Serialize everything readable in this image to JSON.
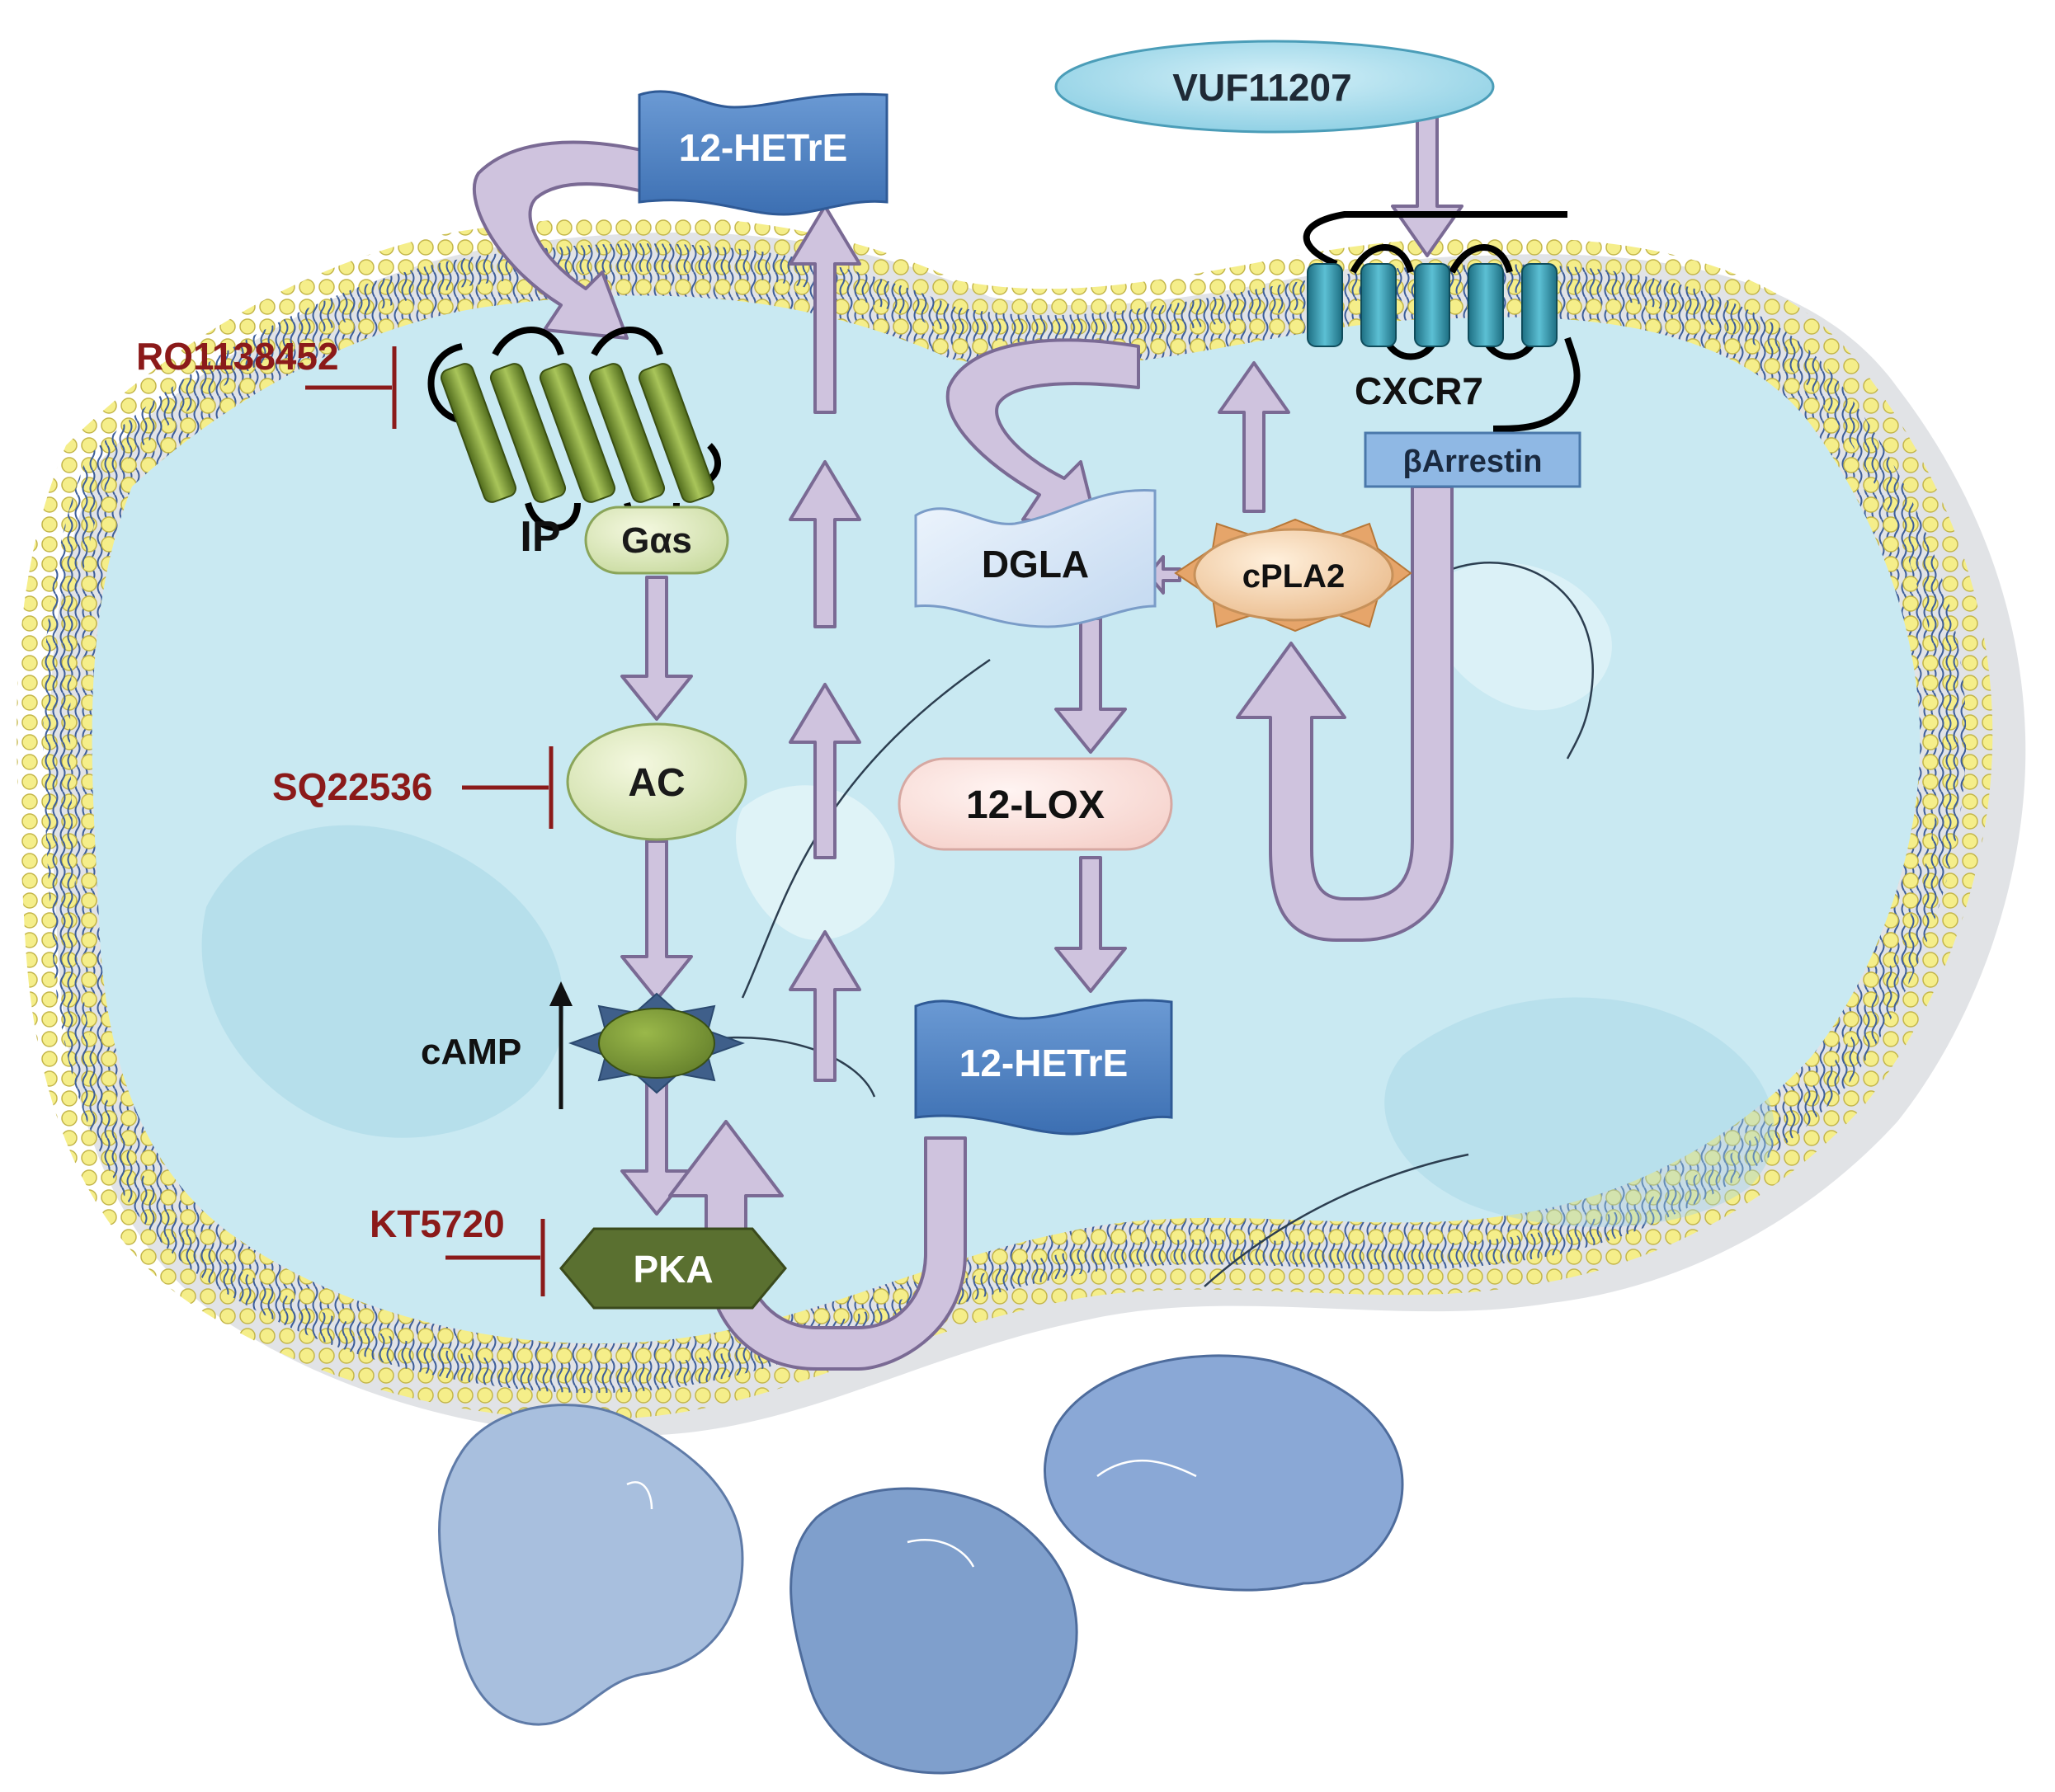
{
  "labels": {
    "hetre_top": "12-HETrE",
    "vuf": "VUF11207",
    "ro": "RO1138452",
    "ip": "IP",
    "gas": "Gαs",
    "dgla": "DGLA",
    "cpla2": "cPLA2",
    "cxcr7": "CXCR7",
    "barrestin": "βArrestin",
    "sq": "SQ22536",
    "ac": "AC",
    "lox": "12-LOX",
    "camp": "cAMP",
    "hetre_bottom": "12-HETrE",
    "kt": "KT5720",
    "pka": "PKA"
  },
  "colors": {
    "inhibitor": "#8b1a1a",
    "arrow_fill": "#cfc3de",
    "arrow_stroke": "#7a6a94",
    "hetre_blue": "#4a80c4",
    "vuf_blue": "#9fd6e8",
    "cell_interior": "#c9e9f2",
    "membrane_bead": "#f5ee8a",
    "ip_receptor": "#7a9a32",
    "cxcr7_receptor": "#2f94a8",
    "pka_green": "#5a7030",
    "platelet_blue": "#8aa8d6"
  }
}
